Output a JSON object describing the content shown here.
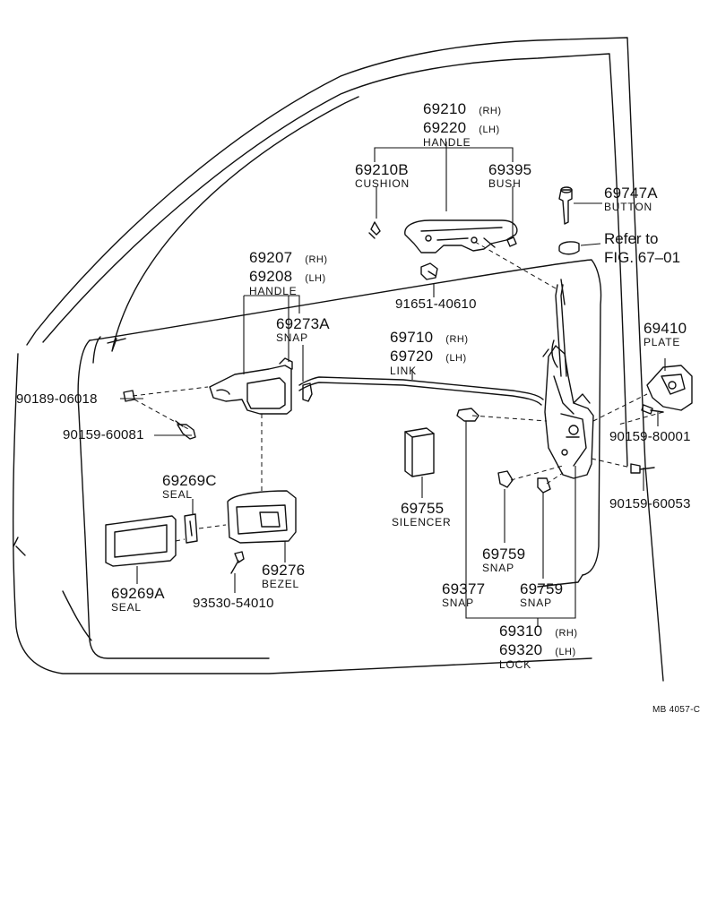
{
  "callouts": {
    "handle_outer": {
      "pn_rh": "69210",
      "side_rh": "(RH)",
      "pn_lh": "69220",
      "side_lh": "(LH)",
      "name": "HANDLE"
    },
    "cushion": {
      "pn": "69210B",
      "name": "CUSHION"
    },
    "bush": {
      "pn": "69395",
      "name": "BUSH"
    },
    "button": {
      "pn": "69747A",
      "name": "BUTTON"
    },
    "refer": {
      "line1": "Refer to",
      "line2": "FIG. 67–01"
    },
    "screw_91651": {
      "pn": "91651-40610"
    },
    "handle_inner": {
      "pn_rh": "69207",
      "side_rh": "(RH)",
      "pn_lh": "69208",
      "side_lh": "(LH)",
      "name": "HANDLE"
    },
    "snap_69273a": {
      "pn": "69273A",
      "name": "SNAP"
    },
    "link": {
      "pn_rh": "69710",
      "side_rh": "(RH)",
      "pn_lh": "69720",
      "side_lh": "(LH)",
      "name": "LINK"
    },
    "plate": {
      "pn": "69410",
      "name": "PLATE"
    },
    "clip_90189": {
      "pn": "90189-06018"
    },
    "screw_90159_60081": {
      "pn": "90159-60081"
    },
    "screw_90159_80001": {
      "pn": "90159-80001"
    },
    "screw_90159_60053": {
      "pn": "90159-60053"
    },
    "seal_69269c": {
      "pn": "69269C",
      "name": "SEAL"
    },
    "silencer": {
      "pn": "69755",
      "name": "SILENCER"
    },
    "snap_69759_a": {
      "pn": "69759",
      "name": "SNAP"
    },
    "snap_69759_b": {
      "pn": "69759",
      "name": "SNAP"
    },
    "snap_69377": {
      "pn": "69377",
      "name": "SNAP"
    },
    "seal_69269a": {
      "pn": "69269A",
      "name": "SEAL"
    },
    "bezel": {
      "pn": "69276",
      "name": "BEZEL"
    },
    "screw_93530": {
      "pn": "93530-54010"
    },
    "lock": {
      "pn_rh": "69310",
      "side_rh": "(RH)",
      "pn_lh": "69320",
      "side_lh": "(LH)",
      "name": "LOCK"
    }
  },
  "figure_code": "MB 4057-C"
}
